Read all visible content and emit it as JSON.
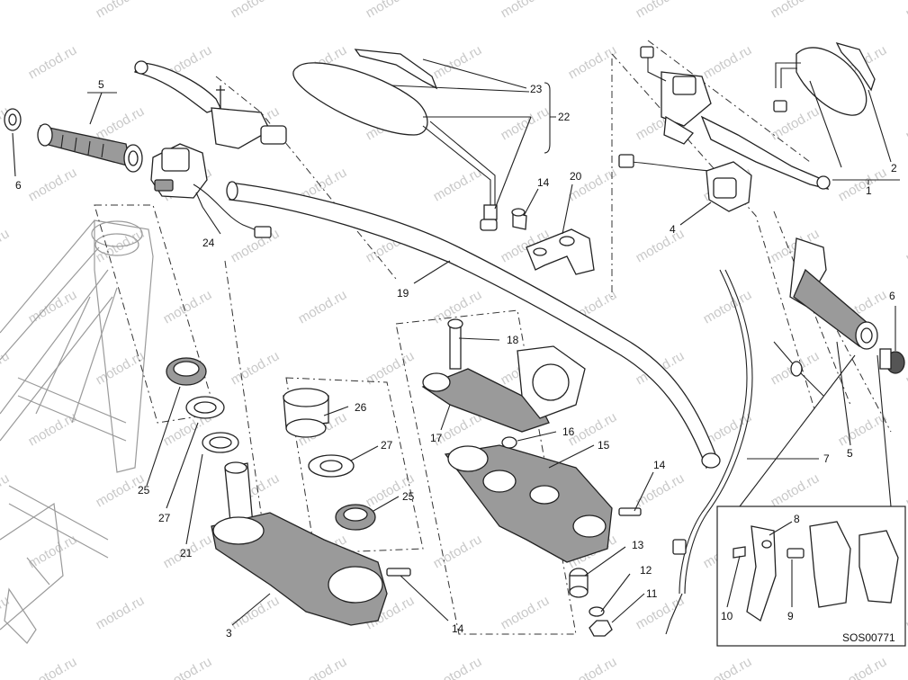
{
  "watermark": "motod.ru",
  "drawing_code": "SOS00771",
  "callouts": [
    {
      "id": "c1",
      "text": "1"
    },
    {
      "id": "c2",
      "text": "2"
    },
    {
      "id": "c3",
      "text": "3"
    },
    {
      "id": "c4",
      "text": "4"
    },
    {
      "id": "c5a",
      "text": "5"
    },
    {
      "id": "c5b",
      "text": "5"
    },
    {
      "id": "c6a",
      "text": "6"
    },
    {
      "id": "c6b",
      "text": "6"
    },
    {
      "id": "c7",
      "text": "7"
    },
    {
      "id": "c8",
      "text": "8"
    },
    {
      "id": "c9",
      "text": "9"
    },
    {
      "id": "c10",
      "text": "10"
    },
    {
      "id": "c11",
      "text": "11"
    },
    {
      "id": "c12",
      "text": "12"
    },
    {
      "id": "c13",
      "text": "13"
    },
    {
      "id": "c14a",
      "text": "14"
    },
    {
      "id": "c14b",
      "text": "14"
    },
    {
      "id": "c14c",
      "text": "14"
    },
    {
      "id": "c15",
      "text": "15"
    },
    {
      "id": "c16",
      "text": "16"
    },
    {
      "id": "c17",
      "text": "17"
    },
    {
      "id": "c18",
      "text": "18"
    },
    {
      "id": "c19",
      "text": "19"
    },
    {
      "id": "c20",
      "text": "20"
    },
    {
      "id": "c21",
      "text": "21"
    },
    {
      "id": "c22",
      "text": "22"
    },
    {
      "id": "c23",
      "text": "23"
    },
    {
      "id": "c24",
      "text": "24"
    },
    {
      "id": "c25a",
      "text": "25"
    },
    {
      "id": "c25b",
      "text": "25"
    },
    {
      "id": "c26",
      "text": "26"
    },
    {
      "id": "c27a",
      "text": "27"
    },
    {
      "id": "c27b",
      "text": "27"
    }
  ]
}
